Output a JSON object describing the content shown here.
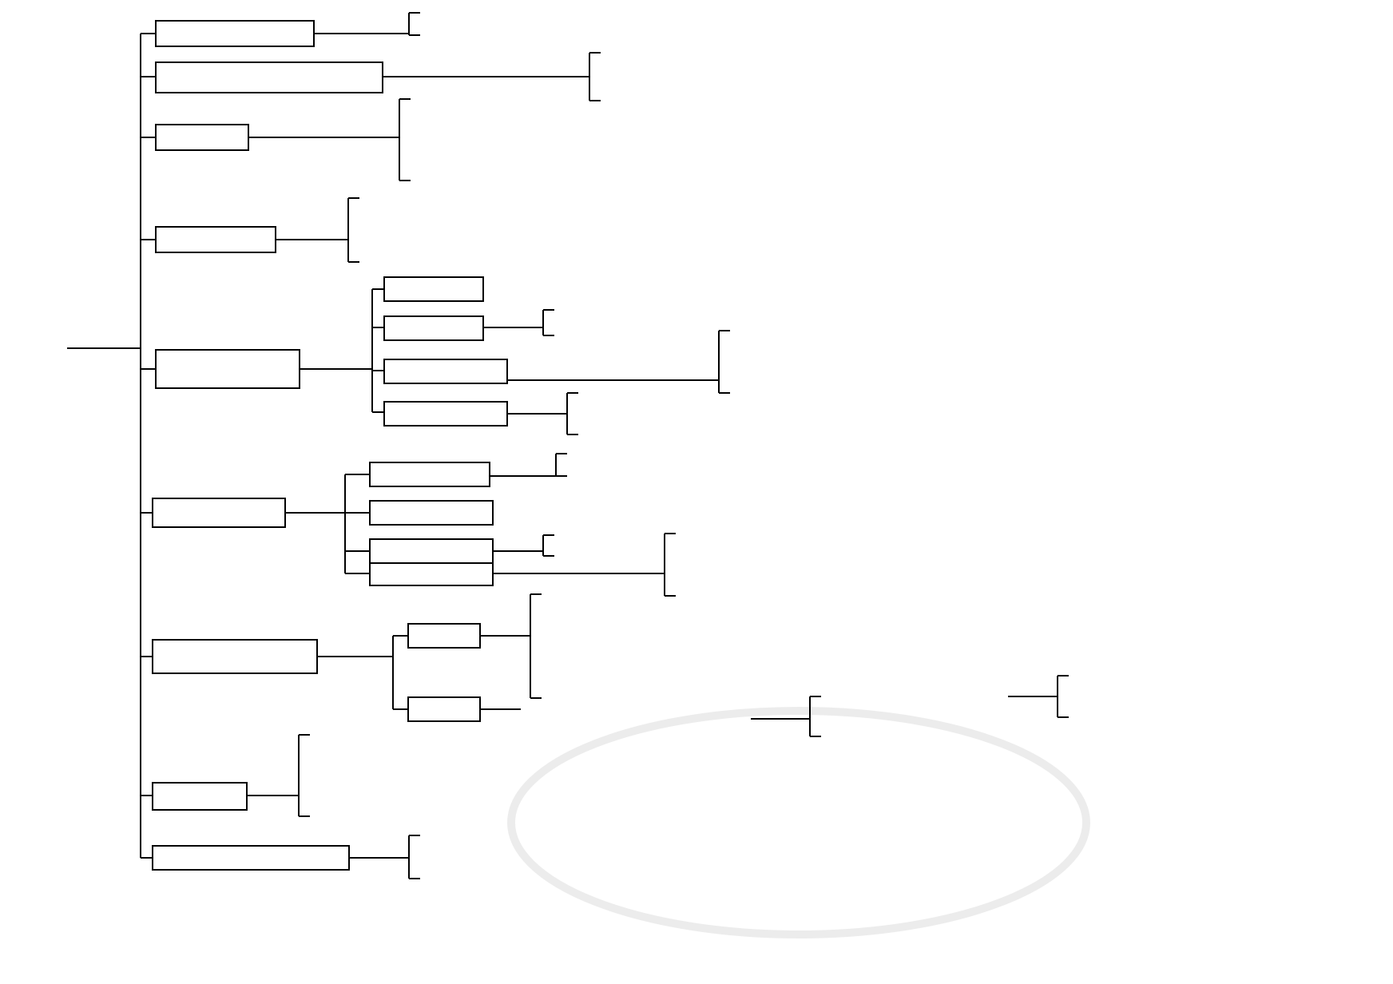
{
  "root": {
    "label": "",
    "connector_label": ""
  },
  "branches": [
    {
      "id": "b1",
      "label": "",
      "connector_label": "",
      "children": [
        "",
        ""
      ]
    },
    {
      "id": "b2",
      "label": "",
      "connector_label": "",
      "children": [
        "",
        "",
        ""
      ]
    },
    {
      "id": "b3",
      "label": "",
      "connector_label": "",
      "children": [
        "",
        "",
        "",
        "",
        ""
      ]
    },
    {
      "id": "b4",
      "label": "",
      "connector_label": "",
      "children": [
        "",
        "",
        "",
        ""
      ]
    },
    {
      "id": "b5",
      "label": "",
      "connector_label": "",
      "subtopics": [
        {
          "id": "b5s1",
          "label": "",
          "connector_label": "",
          "children": []
        },
        {
          "id": "b5s2",
          "label": "",
          "connector_label": "",
          "children": [
            "",
            ""
          ]
        },
        {
          "id": "b5s3",
          "label": "",
          "connector_label": "",
          "children": [
            "",
            "",
            "",
            ""
          ]
        },
        {
          "id": "b5s4",
          "label": "",
          "connector_label": "",
          "children": [
            "",
            "",
            ""
          ]
        }
      ]
    },
    {
      "id": "b6",
      "label": "",
      "connector_label": "",
      "subtopics": [
        {
          "id": "b6s1",
          "label": "",
          "connector_label": "",
          "children": [
            "",
            ""
          ]
        },
        {
          "id": "b6s2",
          "label": "",
          "connector_label": "",
          "children": []
        },
        {
          "id": "b6s3",
          "label": "",
          "connector_label": "",
          "children": [
            "",
            ""
          ]
        },
        {
          "id": "b6s4",
          "label": "",
          "connector_label": "",
          "children": []
        }
      ],
      "shared_children": [
        "",
        "",
        "",
        ""
      ]
    },
    {
      "id": "b7",
      "label": "",
      "connector_label": "",
      "subtopics": [
        {
          "id": "b7s1",
          "label": "",
          "connector_label": "",
          "children": [
            "",
            "",
            "",
            "",
            "",
            ""
          ]
        },
        {
          "id": "b7s2",
          "label": "",
          "connector_label": "",
          "detail": {
            "label": "",
            "connector_label": "",
            "items": [
              {
                "label": "",
                "connector_label": "",
                "children": [
                  "",
                  "",
                  ""
                ]
              },
              {
                "label": "",
                "children": []
              }
            ]
          }
        }
      ]
    },
    {
      "id": "b8",
      "label": "",
      "connector_label": "",
      "children": [
        "",
        "",
        "",
        "",
        ""
      ]
    },
    {
      "id": "b9",
      "label": "",
      "connector_label": "",
      "children": [
        "",
        "",
        ""
      ]
    }
  ]
}
